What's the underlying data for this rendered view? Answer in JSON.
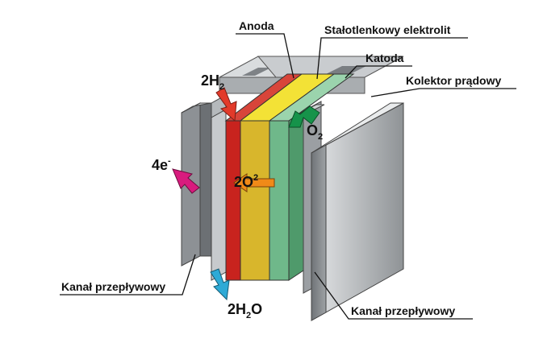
{
  "labels": {
    "anode": "Anoda",
    "electrolyte": "Stałotlenkowy elektrolit",
    "cathode": "Katoda",
    "collector": "Kolektor prądowy",
    "channel_left": "Kanał przepływowy",
    "channel_right": "Kanał przepływowy"
  },
  "species": {
    "h2_coef": "2H",
    "h2_sub": "2",
    "o2_main": "O",
    "o2_sub": "2",
    "electrons_main": "4e",
    "electrons_sup": "-",
    "oxide_main": "2O",
    "oxide_sup": "2",
    "water_coef": "2H",
    "water_sub": "2",
    "water_tail": "O"
  },
  "colors": {
    "anode": "#c8231e",
    "electrolyte": "#d8b62c",
    "cathode": "#6fb88a",
    "collector": "#b8bcbf",
    "arrow_h2": "#e23a2a",
    "arrow_o2": "#16934a",
    "arrow_electrons": "#d81b7e",
    "arrow_oxide": "#f08a18",
    "arrow_water": "#2eaad6"
  }
}
